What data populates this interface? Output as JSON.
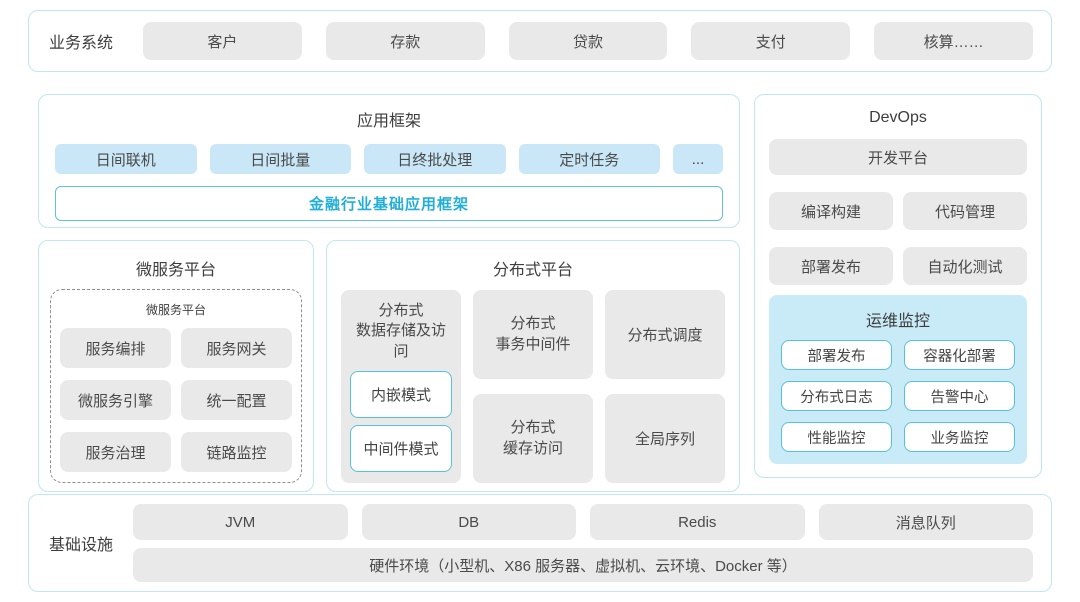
{
  "colors": {
    "panel_border": "#bfe7f0",
    "gray_chip_bg": "#e9e9ea",
    "blue_chip_bg": "#c9e7f7",
    "cyan_border": "#57c1da",
    "teal_text": "#23aed6",
    "monitor_bg": "#c9ebf8",
    "text": "#4a4a4a"
  },
  "business_system": {
    "label": "业务系统",
    "items": [
      "客户",
      "存款",
      "贷款",
      "支付",
      "核算……"
    ]
  },
  "app_framework": {
    "title": "应用框架",
    "chips": [
      "日间联机",
      "日间批量",
      "日终批处理",
      "定时任务",
      "..."
    ],
    "base_framework": "金融行业基础应用框架"
  },
  "devops": {
    "title": "DevOps",
    "dev_platform": "开发平台",
    "chips": [
      "编译构建",
      "代码管理",
      "部署发布",
      "自动化测试"
    ],
    "monitor": {
      "title": "运维监控",
      "chips": [
        "部署发布",
        "容器化部署",
        "分布式日志",
        "告警中心",
        "性能监控",
        "业务监控"
      ]
    }
  },
  "microservice": {
    "title": "微服务平台",
    "inner_title": "微服务平台",
    "chips": [
      "服务编排",
      "服务网关",
      "微服务引擎",
      "统一配置",
      "服务治理",
      "链路监控"
    ]
  },
  "distributed": {
    "title": "分布式平台",
    "storage": {
      "label": "分布式\n数据存储及访问",
      "modes": [
        "内嵌模式",
        "中间件模式"
      ]
    },
    "middle_top": "分布式\n事务中间件",
    "middle_bottom": "分布式\n缓存访问",
    "right_top": "分布式调度",
    "right_bottom": "全局序列"
  },
  "infrastructure": {
    "label": "基础设施",
    "chips": [
      "JVM",
      "DB",
      "Redis",
      "消息队列"
    ],
    "hardware": "硬件环境（小型机、X86 服务器、虚拟机、云环境、Docker 等）"
  }
}
